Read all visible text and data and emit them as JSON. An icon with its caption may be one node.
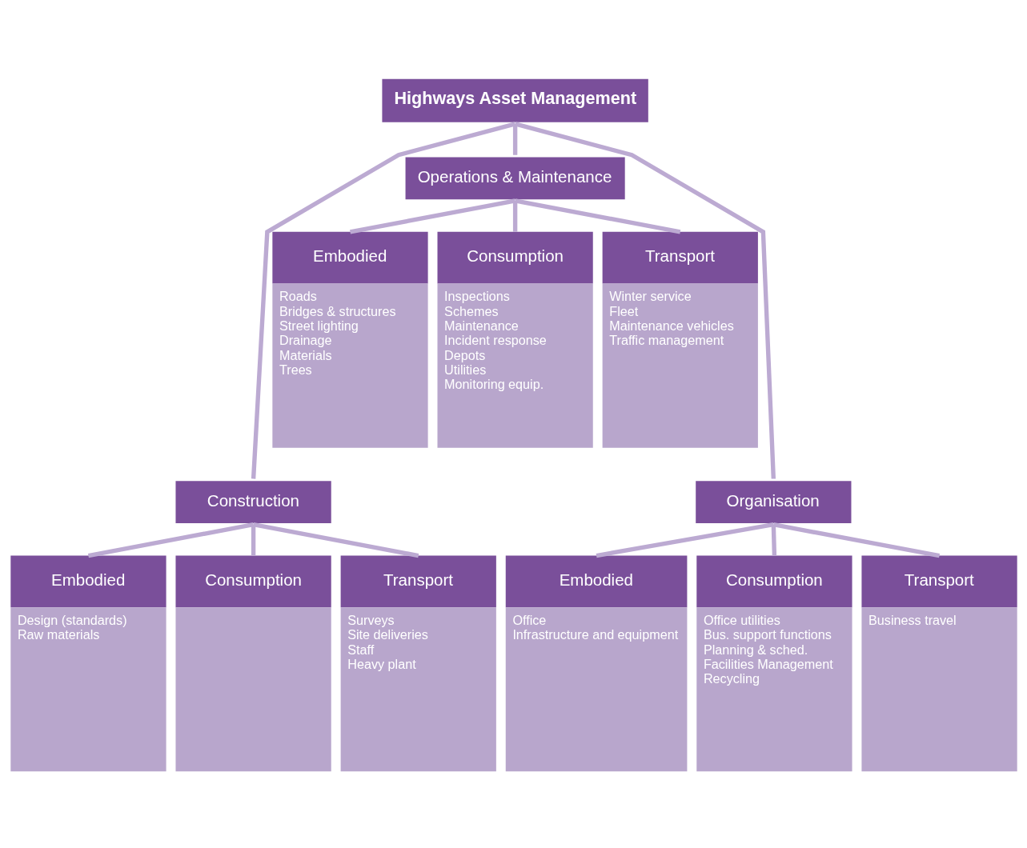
{
  "diagram": {
    "nodes": [
      {
        "text": [
          "Highways Asset Management"
        ]
      },
      {
        "text": [
          "Operations & Maintenance"
        ]
      },
      {
        "text": [
          "Embodied",
          "Roads",
          "Bridges & structures",
          "Street lighting",
          "Drainage",
          "Materials",
          "Trees"
        ]
      },
      {
        "text": [
          "Consumption",
          "Inspections",
          "Schemes",
          "Maintenance",
          "Incident response",
          "Depots",
          "Utilities",
          "Monitoring equip."
        ]
      },
      {
        "text": [
          "Transport",
          "Winter service",
          "Fleet",
          "Maintenance vehicles",
          "Traffic management"
        ]
      },
      {
        "text": [
          "Construction"
        ]
      },
      {
        "text": [
          "Embodied",
          "Design (standards)",
          "Raw materials"
        ]
      },
      {
        "text": [
          "Consumption"
        ]
      },
      {
        "text": [
          "Transport",
          "Surveys",
          "Site deliveries",
          "Staff",
          "Heavy plant"
        ]
      },
      {
        "text": [
          "Organisation"
        ]
      },
      {
        "text": [
          "Embodied",
          "Office",
          "Infrastructure and equipment"
        ]
      },
      {
        "text": [
          "Consumption",
          "Office utilities",
          "Bus. support functions",
          "Planning & sched.",
          "Facilities Management",
          "Recycling"
        ]
      },
      {
        "text": [
          "Transport",
          "Business travel"
        ]
      }
    ],
    "edges": [
      {
        "from": 0,
        "to": 5,
        "arrow": "none"
      },
      {
        "from": 0,
        "to": 1,
        "arrow": "none"
      },
      {
        "from": 0,
        "to": 9,
        "arrow": "none"
      },
      {
        "from": 1,
        "to": 2,
        "arrow": "none"
      },
      {
        "from": 1,
        "to": 3,
        "arrow": "none"
      },
      {
        "from": 1,
        "to": 4,
        "arrow": "none"
      },
      {
        "from": 5,
        "to": 6,
        "arrow": "none"
      },
      {
        "from": 5,
        "to": 7,
        "arrow": "none"
      },
      {
        "from": 5,
        "to": 8,
        "arrow": "none"
      },
      {
        "from": 9,
        "to": 10,
        "arrow": "none"
      },
      {
        "from": 9,
        "to": 11,
        "arrow": "none"
      },
      {
        "from": 9,
        "to": 12,
        "arrow": "none"
      }
    ]
  }
}
